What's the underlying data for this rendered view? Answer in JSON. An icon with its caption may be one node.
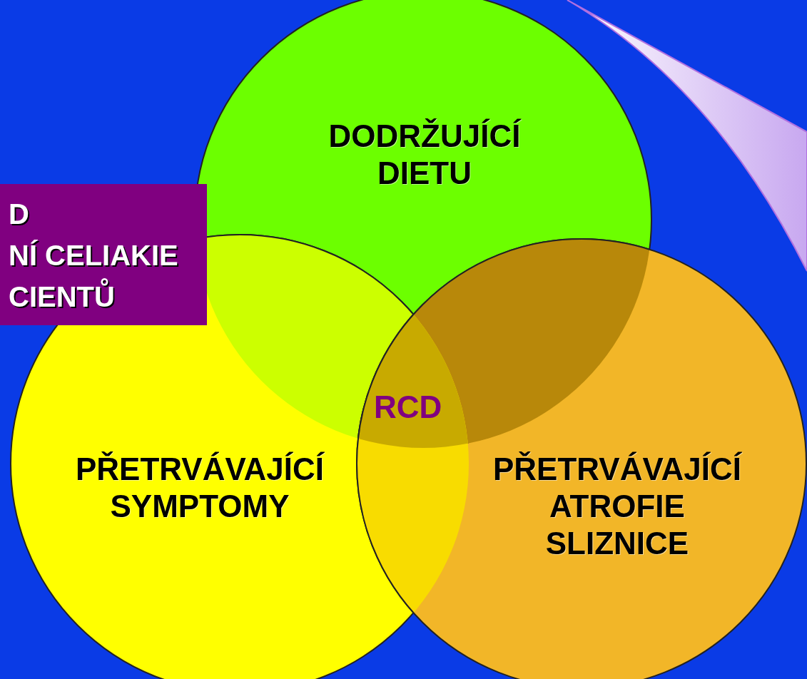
{
  "diagram": {
    "nodes": [
      {
        "text": [
          "DODRŽUJÍCÍ DIETU"
        ]
      },
      {
        "text": [
          "PŘETRVÁVAJÍCÍ SYMPTOMY"
        ]
      },
      {
        "text": [
          "PŘETRVÁVAJÍCÍ ATROFIE SLIZNICE"
        ]
      },
      {
        "text": [
          "D",
          "NÍ CELIAKIE",
          "CIENTŮ"
        ]
      },
      {
        "text": [],
        "shape": "callout"
      }
    ],
    "edges": [],
    "labels": [
      "RCD"
    ]
  }
}
